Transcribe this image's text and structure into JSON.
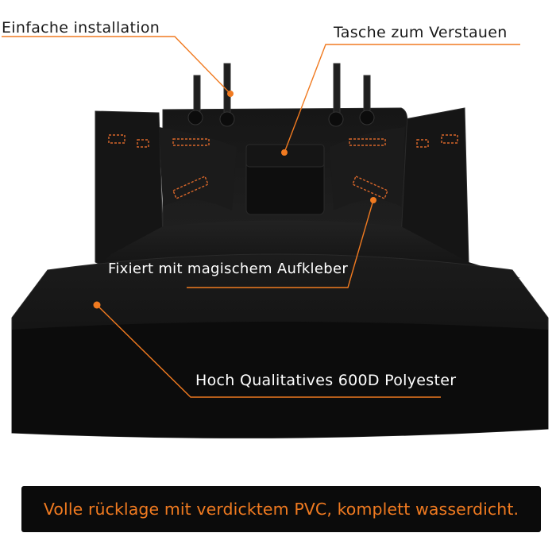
{
  "annotations": {
    "installation": "Einfache installation",
    "pocket": "Tasche zum Verstauen",
    "magic_sticker": "Fixiert mit magischem Aufkleber",
    "material": "Hoch Qualitatives 600D Polyester"
  },
  "banner": {
    "text": "Volle rücklage mit verdicktem PVC, komplett wasserdicht."
  },
  "colors": {
    "accent": "#f07a20",
    "product": "#111111",
    "banner_bg": "#0b0b0b"
  }
}
